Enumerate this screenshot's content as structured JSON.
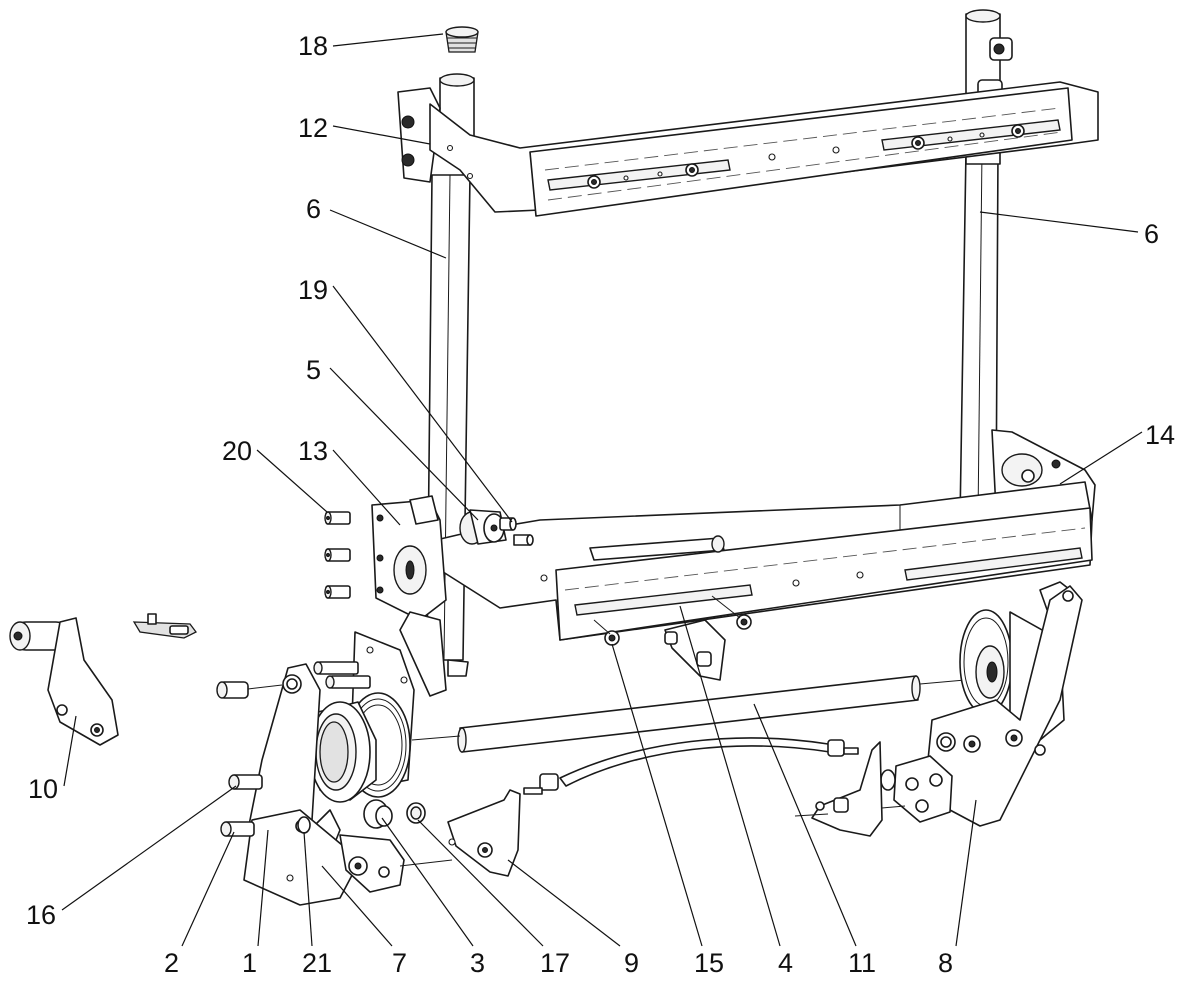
{
  "diagram": {
    "callouts": [
      {
        "id": "c18",
        "label": "18"
      },
      {
        "id": "c12",
        "label": "12"
      },
      {
        "id": "c6l",
        "label": "6"
      },
      {
        "id": "c6r",
        "label": "6"
      },
      {
        "id": "c19",
        "label": "19"
      },
      {
        "id": "c5",
        "label": "5"
      },
      {
        "id": "c20",
        "label": "20"
      },
      {
        "id": "c13",
        "label": "13"
      },
      {
        "id": "c14",
        "label": "14"
      },
      {
        "id": "c10",
        "label": "10"
      },
      {
        "id": "c16",
        "label": "16"
      },
      {
        "id": "c2",
        "label": "2"
      },
      {
        "id": "c1",
        "label": "1"
      },
      {
        "id": "c21",
        "label": "21"
      },
      {
        "id": "c7",
        "label": "7"
      },
      {
        "id": "c3",
        "label": "3"
      },
      {
        "id": "c17",
        "label": "17"
      },
      {
        "id": "c9",
        "label": "9"
      },
      {
        "id": "c15",
        "label": "15"
      },
      {
        "id": "c4",
        "label": "4"
      },
      {
        "id": "c11",
        "label": "11"
      },
      {
        "id": "c8",
        "label": "8"
      }
    ]
  }
}
